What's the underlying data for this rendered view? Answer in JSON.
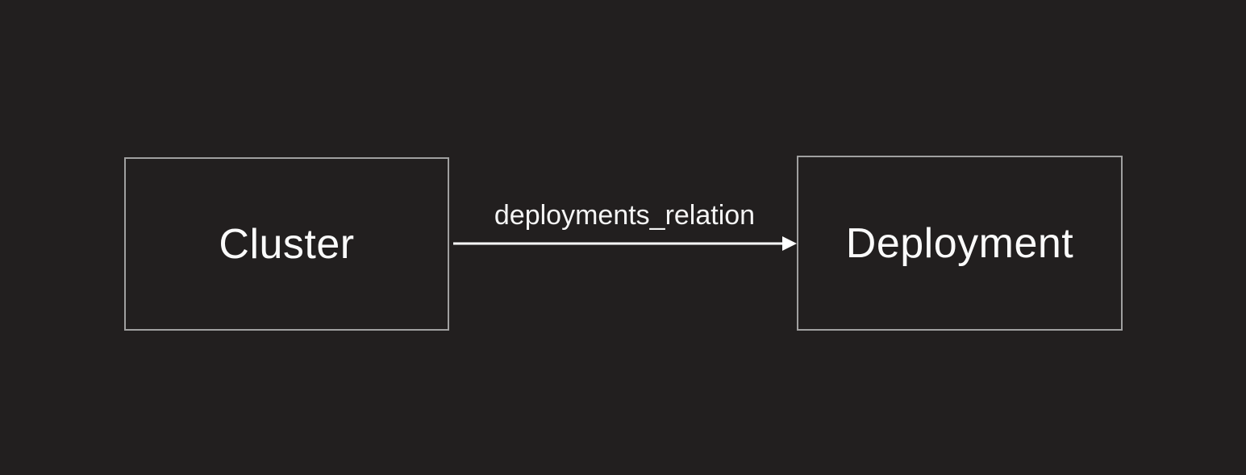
{
  "diagram": {
    "colors": {
      "background": "#221f1f",
      "node_border": "#a0a0a0",
      "node_text": "#fafafa",
      "arrow": "#ffffff",
      "edge_label_text": "#f5f5f5"
    },
    "nodes": [
      {
        "id": "cluster",
        "label": "Cluster"
      },
      {
        "id": "deployment",
        "label": "Deployment"
      }
    ],
    "edges": [
      {
        "from": "cluster",
        "to": "deployment",
        "label": "deployments_relation",
        "direction": "left-to-right"
      }
    ]
  }
}
